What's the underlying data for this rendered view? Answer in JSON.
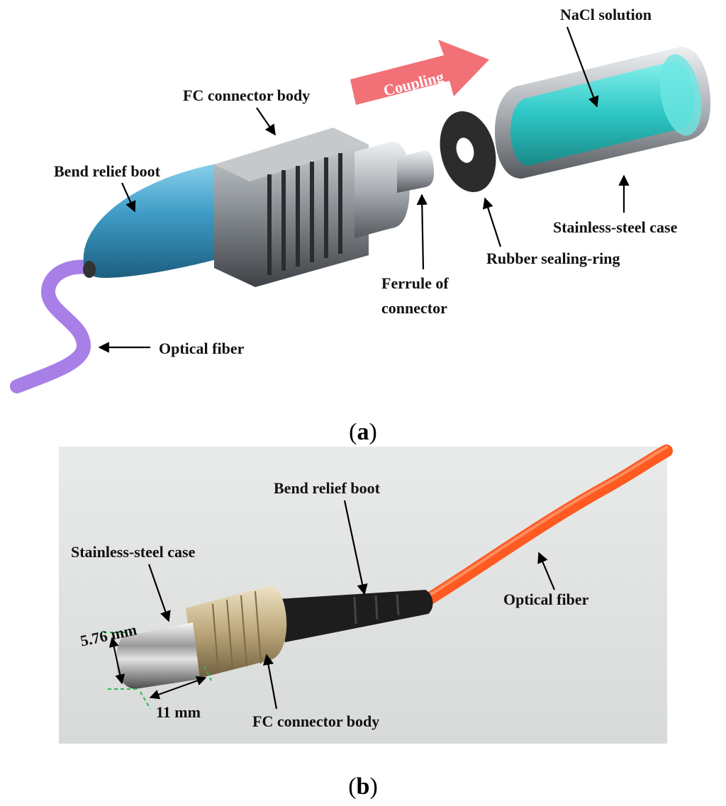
{
  "panel_a": {
    "caption_open": "(",
    "caption_letter": "a",
    "caption_close": ")",
    "labels": {
      "nacl_solution": "NaCl solution",
      "coupling": "Coupling",
      "fc_connector_body": "FC connector body",
      "bend_relief_boot": "Bend relief boot",
      "stainless_steel_case": "Stainless-steel case",
      "rubber_sealing_ring": "Rubber sealing-ring",
      "ferrule_line1": "Ferrule of",
      "ferrule_line2": "connector",
      "optical_fiber": "Optical fiber"
    }
  },
  "panel_b": {
    "caption_open": "(",
    "caption_letter": "b",
    "caption_close": ")",
    "labels": {
      "bend_relief_boot": "Bend relief boot",
      "stainless_steel_case": "Stainless-steel case",
      "optical_fiber": "Optical fiber",
      "fc_connector_body": "FC connector body",
      "diameter": "5.76 mm",
      "length": "11 mm"
    }
  },
  "colors": {
    "optical_fiber_a": "#a77fe6",
    "boot_a": "#4aa3c8",
    "nacl_solution": "#33d6d2",
    "coupling_arrow": "#f0656b",
    "optical_fiber_b": "#ff5a22",
    "dimension_guide": "#22bb55"
  }
}
